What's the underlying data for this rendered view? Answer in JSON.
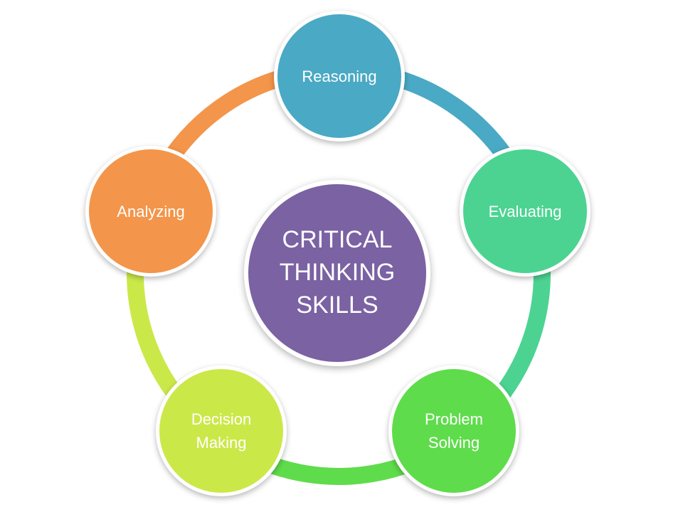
{
  "center": {
    "text": "CRITICAL THINKING SKILLS",
    "color": "#7b62a3"
  },
  "nodes": [
    {
      "label": "Reasoning",
      "color": "#4aa9c4"
    },
    {
      "label": "Evaluating",
      "color": "#4cd392"
    },
    {
      "label": "Problem Solving",
      "color": "#5fdc4b"
    },
    {
      "label": "Decision Making",
      "color": "#cbe849"
    },
    {
      "label": "Analyzing",
      "color": "#f3954a"
    }
  ],
  "ring_colors": [
    "#4aa9c4",
    "#4cd392",
    "#5fdc4b",
    "#cbe849",
    "#f3954a"
  ]
}
